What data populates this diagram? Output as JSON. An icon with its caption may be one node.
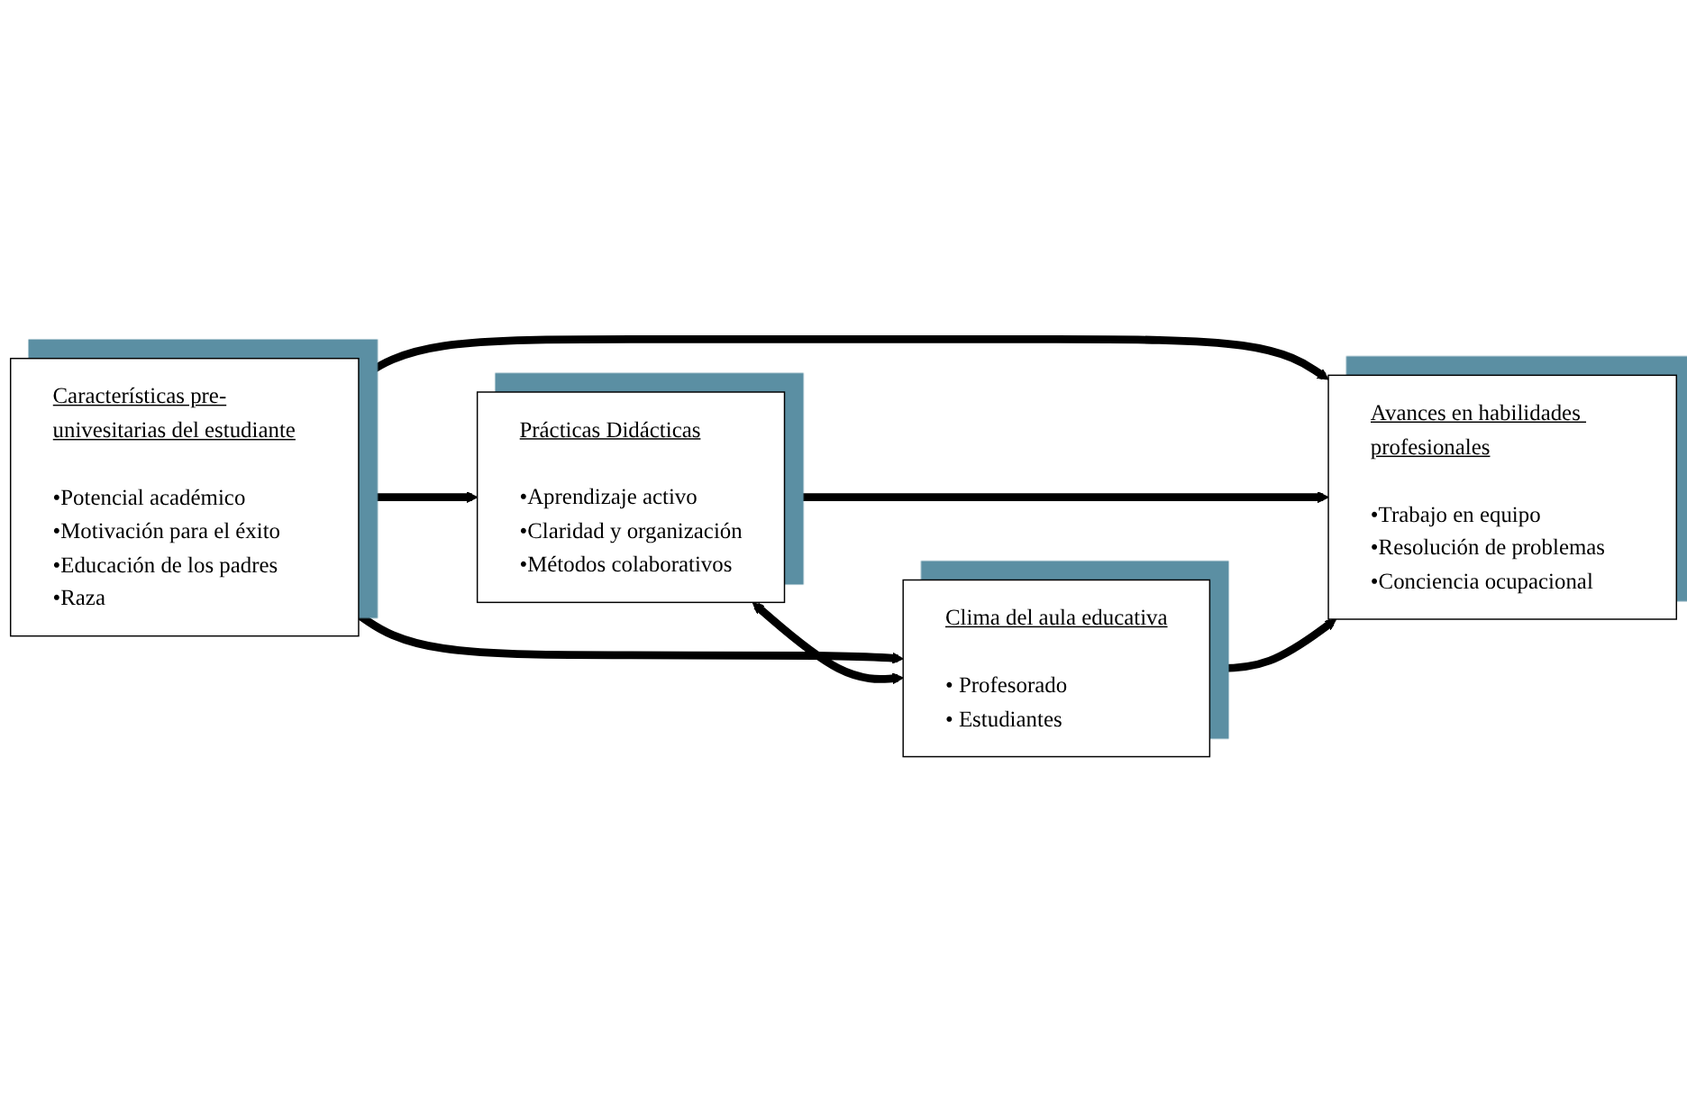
{
  "diagram": {
    "nodes": [
      {
        "text": [
          "Características pre-univesitarias del estudiante",
          "•Potencial académico",
          "•Motivación para el éxito",
          "•Educación de los padres",
          "•Raza"
        ]
      },
      {
        "text": [
          "Prácticas Didácticas",
          "•Aprendizaje activo",
          "•Claridad y organización",
          "•Métodos colaborativos"
        ]
      },
      {
        "text": [
          "Clima del aula educativa",
          "• Profesorado",
          "• Estudiantes"
        ]
      },
      {
        "text": [
          "Avances en habilidades profesionales",
          "•Trabajo en equipo",
          "•Resolución de problemas",
          "•Conciencia ocupacional"
        ]
      }
    ],
    "edges": [
      {
        "from": 0,
        "to": 1,
        "arrow": "to"
      },
      {
        "from": 0,
        "to": 3,
        "arrow": "to"
      },
      {
        "from": 0,
        "to": 2,
        "arrow": "to"
      },
      {
        "from": 1,
        "to": 2,
        "arrow": "both"
      },
      {
        "from": 1,
        "to": 3,
        "arrow": "to"
      },
      {
        "from": 2,
        "to": 3,
        "arrow": "to"
      }
    ]
  }
}
